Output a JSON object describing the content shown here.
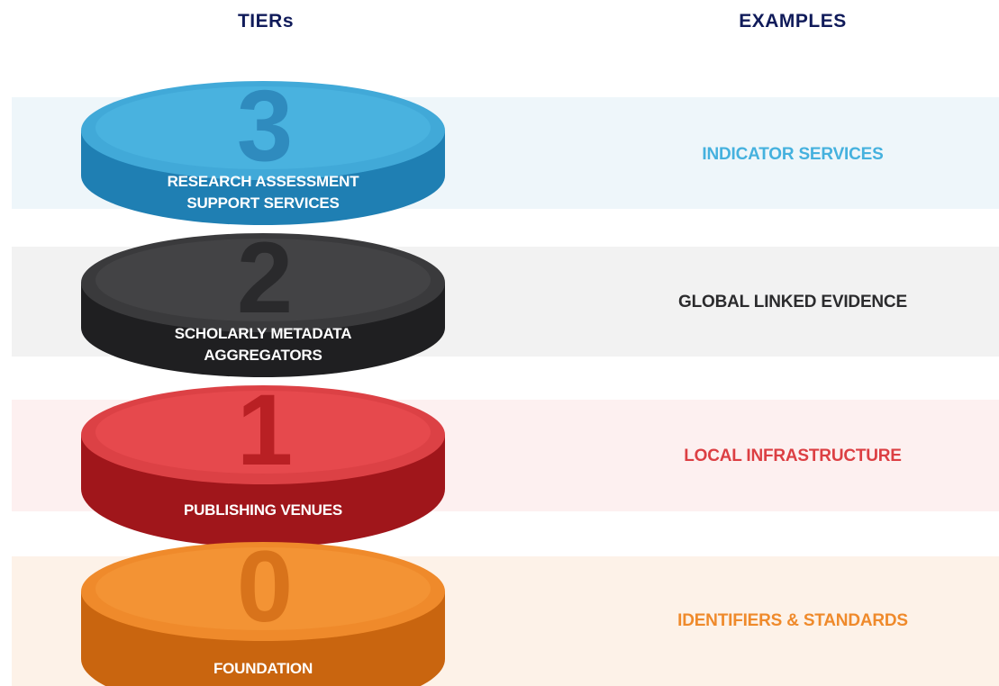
{
  "headers": {
    "tiers": "TIERs",
    "examples": "EXAMPLES"
  },
  "colors": {
    "header_text": "#101b5a",
    "tier3": "#3fa9d6",
    "tier2": "#3b3b3d",
    "tier1": "#dc4145",
    "tier0": "#ef8a2b"
  },
  "tiers": [
    {
      "number": "3",
      "label_line1": "RESEARCH ASSESSMENT",
      "label_line2": "SUPPORT SERVICES",
      "example": "INDICATOR SERVICES"
    },
    {
      "number": "2",
      "label_line1": "SCHOLARLY METADATA",
      "label_line2": "AGGREGATORS",
      "example": "GLOBAL LINKED EVIDENCE"
    },
    {
      "number": "1",
      "label_line1": "PUBLISHING VENUES",
      "label_line2": "",
      "example": "LOCAL INFRASTRUCTURE"
    },
    {
      "number": "0",
      "label_line1": "FOUNDATION",
      "label_line2": "",
      "example": "IDENTIFIERS & STANDARDS"
    }
  ]
}
